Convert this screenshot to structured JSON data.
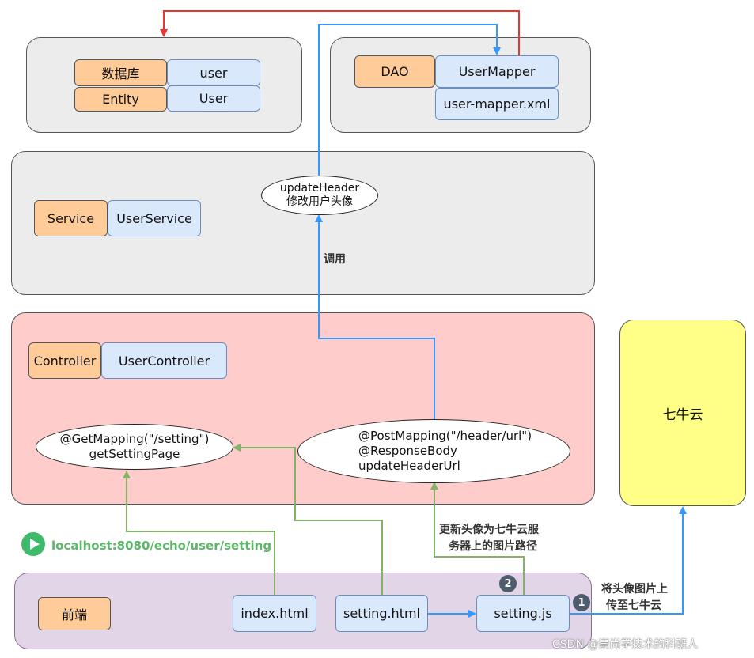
{
  "database_panel": {
    "db_label": "数据库",
    "db_value": "user",
    "entity_label": "Entity",
    "entity_value": "User"
  },
  "dao_panel": {
    "label": "DAO",
    "mapper": "UserMapper",
    "xml": "user-mapper.xml"
  },
  "service_panel": {
    "label": "Service",
    "value": "UserService",
    "method_line1": "updateHeader",
    "method_line2": "修改用户头像"
  },
  "call_label": "调用",
  "controller_panel": {
    "label": "Controller",
    "value": "UserController",
    "get_line1": "@GetMapping(\"/setting\")",
    "get_line2": "getSettingPage",
    "post_line1": "@PostMapping(\"/header/url\")",
    "post_line2": "@ResponseBody",
    "post_line3": "updateHeaderUrl"
  },
  "cloud": {
    "label": "七牛云"
  },
  "frontend_panel": {
    "label": "前端",
    "index": "index.html",
    "setting_html": "setting.html",
    "setting_js": "setting.js"
  },
  "url_label": "localhost:8080/echo/user/setting",
  "update_label_line1": "更新头像为七牛云服",
  "update_label_line2": "务器上的图片路径",
  "upload_label_line1": "将头像图片上",
  "upload_label_line2": "传至七牛云",
  "step1": "1",
  "step2": "2",
  "watermark": "CSDN @崇尚学技术的科班人",
  "colors": {
    "orange": "#ffcc99",
    "blue_box": "#dae8fc",
    "red_panel": "#ffcccc",
    "purple_panel": "#e1d5e7",
    "yellow_cloud": "#ffff88",
    "gray_panel": "#ececec",
    "blue_line": "#3399ff",
    "red_line": "#ee3333",
    "green_line": "#82b366"
  }
}
